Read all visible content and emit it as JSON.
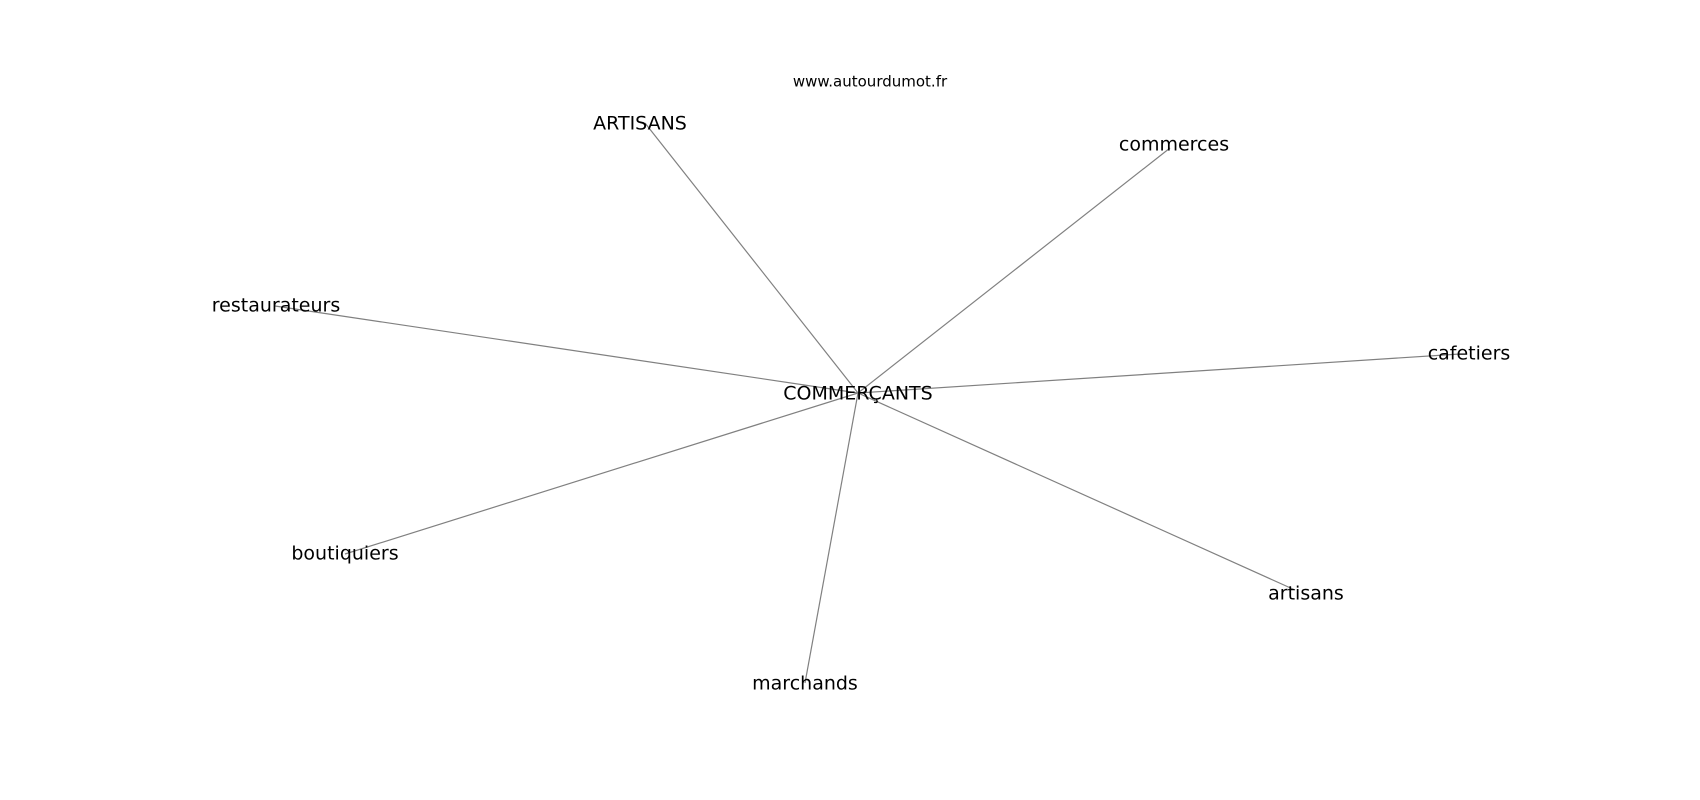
{
  "watermark": "www.autourdumot.fr",
  "graph": {
    "center": "COMMERÇANTS",
    "nodes": [
      "ARTISANS",
      "commerces",
      "restaurateurs",
      "cafetiers",
      "boutiquiers",
      "artisans",
      "marchands"
    ]
  }
}
